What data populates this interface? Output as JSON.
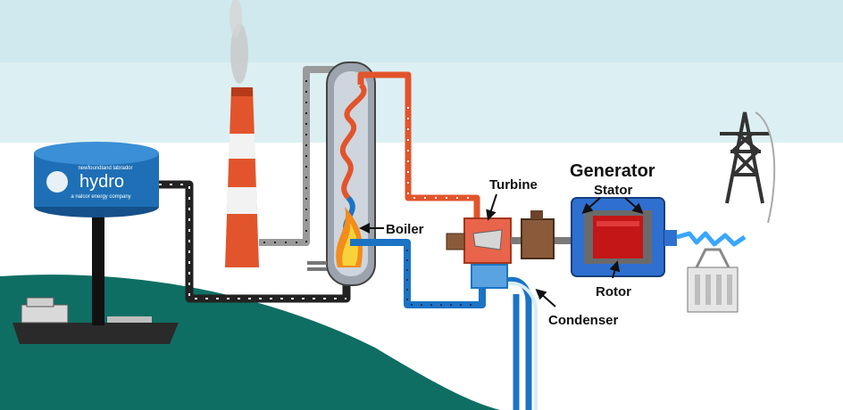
{
  "tank": {
    "brand_top": "newfoundland labrador",
    "brand_name": "hydro",
    "brand_tagline": "a nalcor energy company"
  },
  "labels": {
    "boiler": "Boiler",
    "turbine": "Turbine",
    "generator": "Generator",
    "stator": "Stator",
    "rotor": "Rotor",
    "condenser": "Condenser"
  },
  "colors": {
    "sky": "#cfe9ef",
    "ground": "#0f6e63",
    "hot_pipe": "#e2542b",
    "cold_pipe": "#1c73c4",
    "oil_pipe": "#222222",
    "tank": "#1e6fb5",
    "generator_blue": "#2f6fd0",
    "rotor_red": "#c41616"
  },
  "icons": [
    "smokestack-icon",
    "oil-tanker-icon",
    "flame-icon",
    "transmission-tower-icon",
    "transformer-icon",
    "electric-spark-icon"
  ]
}
